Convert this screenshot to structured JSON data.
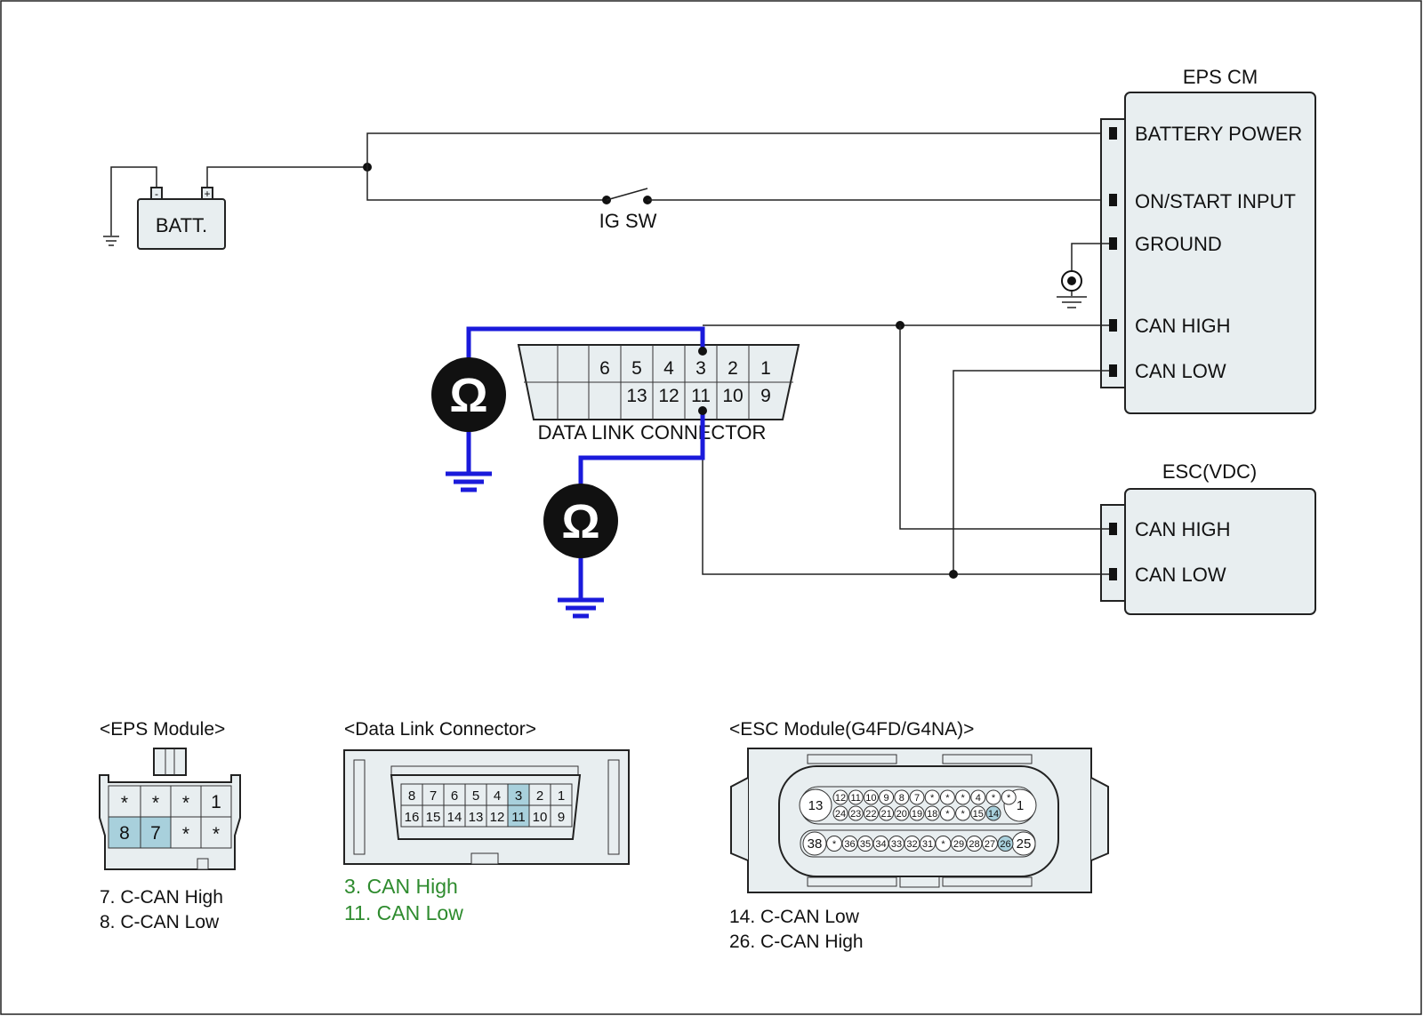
{
  "components": {
    "battery": "BATT.",
    "battery_minus": "-",
    "battery_plus": "+",
    "ig_switch": "IG SW",
    "eps_cm": {
      "title": "EPS CM",
      "pins": [
        "BATTERY POWER",
        "ON/START INPUT",
        "GROUND",
        "CAN HIGH",
        "CAN LOW"
      ]
    },
    "esc_vdc": {
      "title": "ESC(VDC)",
      "pins": [
        "CAN HIGH",
        "CAN LOW"
      ]
    },
    "dlc": {
      "label": "DATA LINK CONNECTOR",
      "top_row": [
        "6",
        "5",
        "4",
        "3",
        "2",
        "1"
      ],
      "bottom_row": [
        "13",
        "12",
        "11",
        "10",
        "9"
      ]
    },
    "ohm_symbol": "Ω"
  },
  "eps_module": {
    "title": "<EPS Module>",
    "top_row": [
      "*",
      "*",
      "*",
      "1"
    ],
    "bottom_row": [
      "8",
      "7",
      "*",
      "*"
    ],
    "notes": [
      "7. C-CAN High",
      "8. C-CAN Low"
    ]
  },
  "dlc_view": {
    "title": "<Data Link Connector>",
    "top_row": [
      "8",
      "7",
      "6",
      "5",
      "4",
      "3",
      "2",
      "1"
    ],
    "bottom_row": [
      "16",
      "15",
      "14",
      "13",
      "12",
      "11",
      "10",
      "9"
    ],
    "notes": [
      "3. CAN High",
      "11. CAN Low"
    ],
    "note_color": "#2e8b2e"
  },
  "esc_module": {
    "title": "<ESC Module(G4FD/G4NA)>",
    "big_left_top": "13",
    "big_right_top": "1",
    "top_row": [
      "12",
      "11",
      "10",
      "9",
      "8",
      "7",
      "*",
      "*",
      "*",
      "4",
      "*",
      "*"
    ],
    "mid_row": [
      "24",
      "23",
      "22",
      "21",
      "20",
      "19",
      "18",
      "*",
      "*",
      "15",
      "14"
    ],
    "big_left_bottom": "38",
    "big_right_bottom": "25",
    "bottom_row": [
      "*",
      "36",
      "35",
      "34",
      "33",
      "32",
      "31",
      "*",
      "29",
      "28",
      "27",
      "26"
    ],
    "notes": [
      "14. C-CAN Low",
      "26. C-CAN High"
    ]
  },
  "colors": {
    "probe_wire": "#1a1adb",
    "highlight": "#a8d0dc",
    "fill": "#e8eef0"
  }
}
